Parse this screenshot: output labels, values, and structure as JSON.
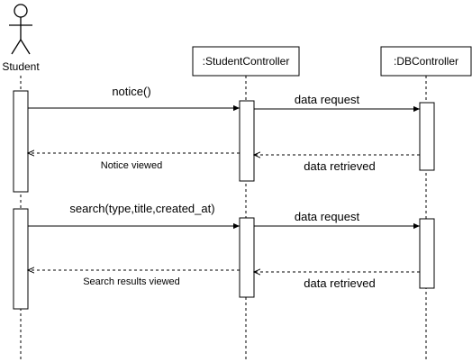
{
  "actor": {
    "name": "Student"
  },
  "participants": [
    {
      "name": ":StudentController"
    },
    {
      "name": ":DBController"
    }
  ],
  "messages": [
    {
      "label": "notice()",
      "kind": "sync",
      "from": "Student",
      "to": ":StudentController"
    },
    {
      "label": "data request",
      "kind": "sync",
      "from": ":StudentController",
      "to": ":DBController"
    },
    {
      "label": "data retrieved",
      "kind": "return",
      "from": ":DBController",
      "to": ":StudentController"
    },
    {
      "label": "Notice viewed",
      "kind": "return",
      "from": ":StudentController",
      "to": "Student"
    },
    {
      "label": "search(type,title,created_at)",
      "kind": "sync",
      "from": "Student",
      "to": ":StudentController"
    },
    {
      "label": "data request",
      "kind": "sync",
      "from": ":StudentController",
      "to": ":DBController"
    },
    {
      "label": "data retrieved",
      "kind": "return",
      "from": ":DBController",
      "to": ":StudentController"
    },
    {
      "label": "Search results viewed",
      "kind": "return",
      "from": ":StudentController",
      "to": "Student"
    }
  ]
}
